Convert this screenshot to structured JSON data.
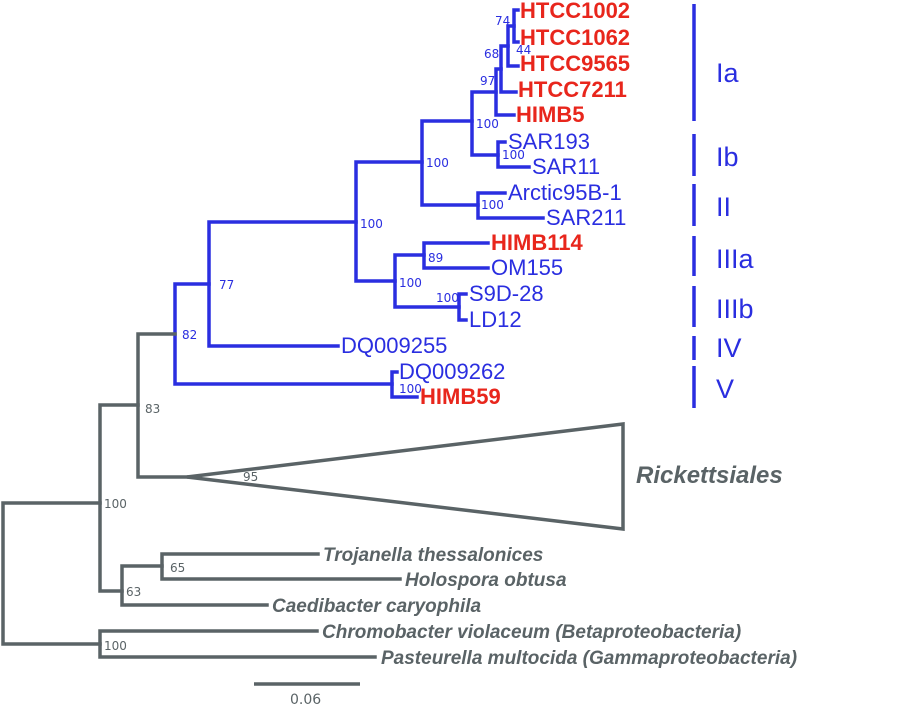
{
  "colors": {
    "blue": "#2a2ee0",
    "red": "#e8261c",
    "grey": "#5a6366"
  },
  "tips": {
    "htcc1002": "HTCC1002",
    "htcc1062": "HTCC1062",
    "htcc9565": "HTCC9565",
    "htcc7211": "HTCC7211",
    "himb5": "HIMB5",
    "sar193": "SAR193",
    "sar11": "SAR11",
    "arctic95b1": "Arctic95B-1",
    "sar211": "SAR211",
    "himb114": "HIMB114",
    "om155": "OM155",
    "s9d28": "S9D-28",
    "ld12": "LD12",
    "dq009255": "DQ009255",
    "dq009262": "DQ009262",
    "himb59": "HIMB59",
    "trojanella": "Trojanella thessalonices",
    "holospora": "Holospora obtusa",
    "caedibacter": "Caedibacter caryophila",
    "chromobacter": "Chromobacter violaceum (Betaproteobacteria)",
    "pasteurella": "Pasteurella multocida (Gammaproteobacteria)"
  },
  "collapsed_clade": "Rickettsiales",
  "bootstrap": {
    "b74": "74",
    "b44": "44",
    "b68": "68",
    "b97": "97",
    "b100_himb5": "100",
    "b100_sar193": "100",
    "b100_ia_ib": "100",
    "b100_arctic": "100",
    "b100_main": "100",
    "b89": "89",
    "b100_iii": "100",
    "b100_s9d": "100",
    "b77": "77",
    "b82": "82",
    "b100_v": "100",
    "b83": "83",
    "b95": "95",
    "b100_root": "100",
    "b65": "65",
    "b63": "63",
    "b100_outgroup": "100"
  },
  "clade_labels": {
    "ia": "Ia",
    "ib": "Ib",
    "ii": "II",
    "iiia": "IIIa",
    "iiib": "IIIb",
    "iv": "IV",
    "v": "V"
  },
  "scale_bar": {
    "label": "0.06",
    "value": 0.06
  }
}
